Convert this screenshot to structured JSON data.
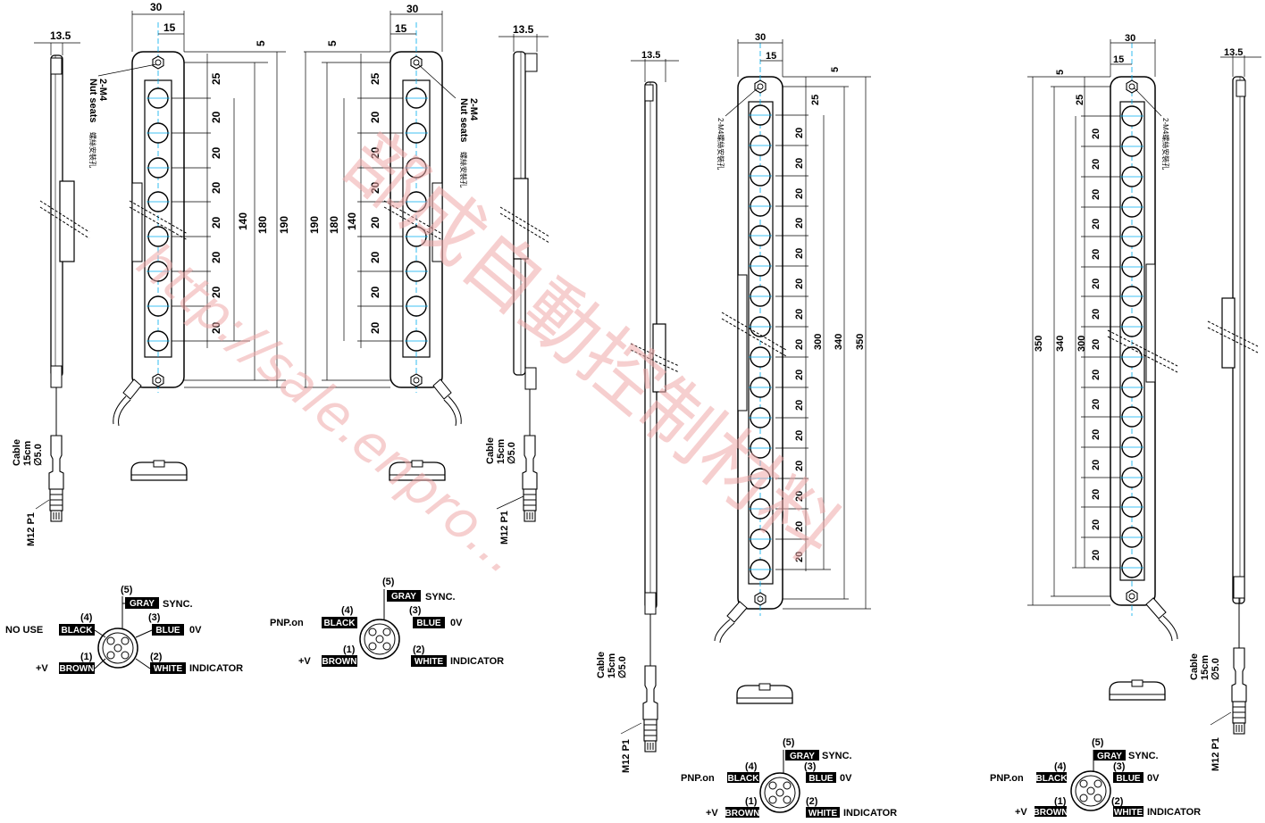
{
  "colors": {
    "line": "#000000",
    "center": "#00aeef",
    "watermark": "#e63946"
  },
  "panel_top": {
    "side_width": "13.5",
    "width_total": "30",
    "width_half": "15",
    "top_offset": "5",
    "first_pitch": "25",
    "pitch": "20",
    "span_140": "140",
    "span_180": "180",
    "span_190": "190",
    "nut_label_1": "2-M4",
    "nut_label_2": "Nut seats",
    "nut_label_cn": "螺絲安裝孔",
    "cable_dia": "∅5.0",
    "cable_len": "15cm",
    "cable_word": "Cable",
    "connector": "M12 P1"
  },
  "panel_long": {
    "side_width": "13.5",
    "width_total": "30",
    "width_half": "15",
    "top_offset": "5",
    "first_pitch": "25",
    "pitch": "20",
    "span_300": "300",
    "span_340": "340",
    "span_350": "350",
    "nut_label": "2-M4螺絲安裝孔",
    "cable_dia": "∅5.0",
    "cable_len": "15cm",
    "cable_word": "Cable",
    "connector": "M12 P1"
  },
  "wiring_a": {
    "pin5": "(5)",
    "pin4": "(4)",
    "pin3": "(3)",
    "pin1": "(1)",
    "pin2": "(2)",
    "gray": "GRAY",
    "black": "BLACK",
    "blue": "BLUE",
    "brown": "BROWN",
    "white": "WHITE",
    "sync": "SYNC.",
    "nouse": "NO USE",
    "zero_v": "0V",
    "plus_v": "+V",
    "indicator": "INDICATOR"
  },
  "wiring_b": {
    "pin5": "(5)",
    "pin4": "(4)",
    "pin3": "(3)",
    "pin1": "(1)",
    "pin2": "(2)",
    "gray": "GRAY",
    "black": "BLACK",
    "blue": "BLUE",
    "brown": "BROWN",
    "white": "WHITE",
    "sync": "SYNC.",
    "pnp": "PNP.on",
    "zero_v": "0V",
    "plus_v": "+V",
    "indicator": "INDICATOR"
  },
  "watermark": {
    "cn": "部成自動控制材料",
    "url": "http://sale.enpro..."
  }
}
